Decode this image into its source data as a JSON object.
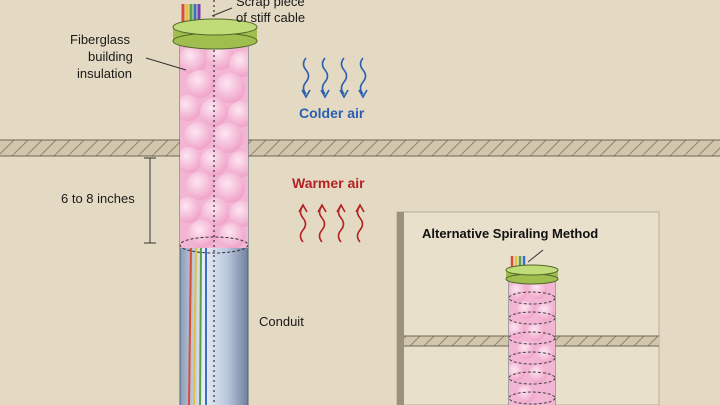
{
  "labels": {
    "cable_top": "Scrap piece",
    "cable_bottom": "of stiff cable",
    "insulation_1": "Fiberglass",
    "insulation_2": "building",
    "insulation_3": "insulation",
    "colder_air": "Colder air",
    "warmer_air": "Warmer air",
    "depth": "6 to 8 inches",
    "conduit": "Conduit",
    "inset_title": "Alternative Spiraling Method"
  },
  "colors": {
    "background": "#e4dac4",
    "ground_band": "#d2c7ad",
    "insulation": "#f4b8d6",
    "cap": "#b6d46a",
    "conduit": "#c7d3e6",
    "cold": "#2a5fb0",
    "warm": "#b22222"
  }
}
